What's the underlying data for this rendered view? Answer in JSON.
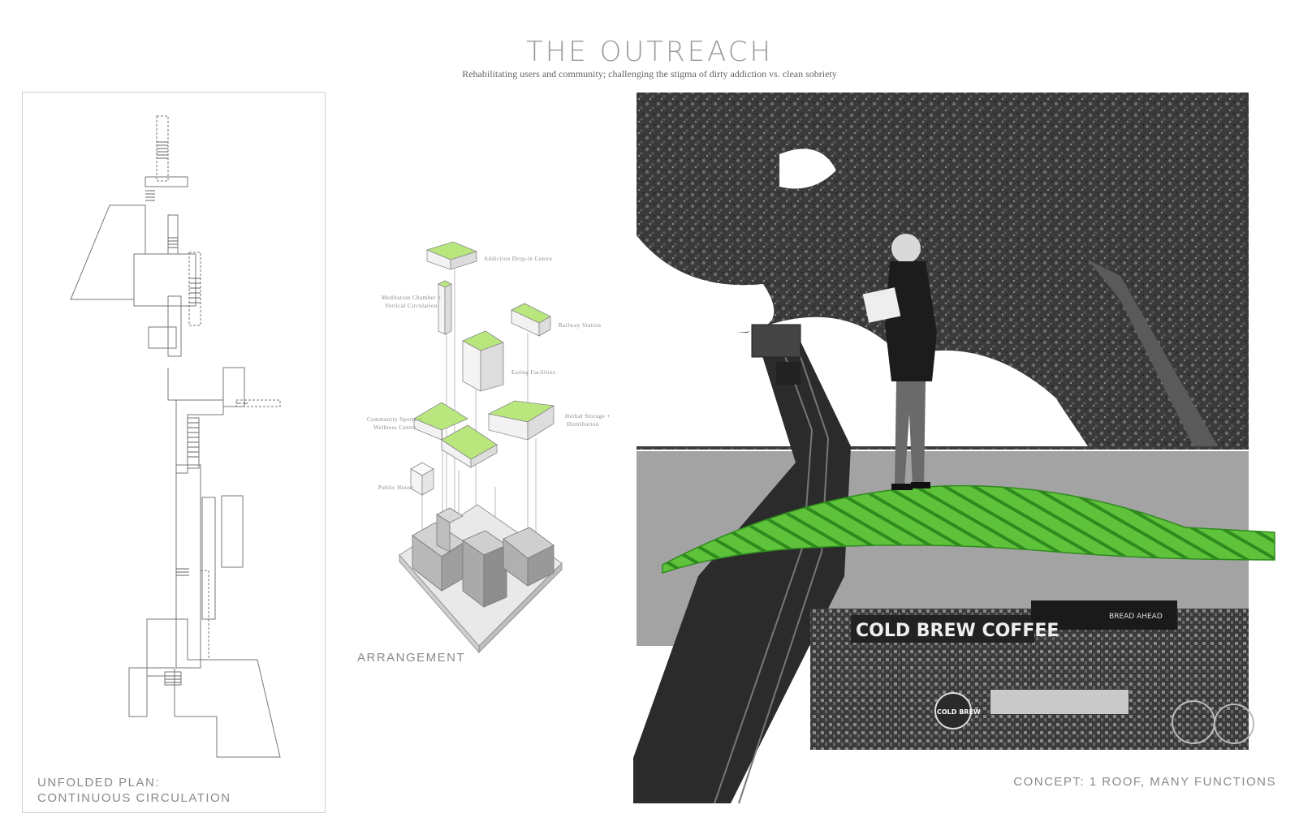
{
  "header": {
    "title": "THE OUTREACH",
    "subtitle": "Rehabilitating users and community; challenging the stigma of dirty addiction vs. clean sobriety"
  },
  "plan": {
    "label_line1": "UNFOLDED PLAN:",
    "label_line2": "CONTINUOUS CIRCULATION"
  },
  "arrangement": {
    "label": "ARRANGEMENT",
    "programs": [
      "Addiction Drop-in Centre",
      "Meditation Chamber +",
      "Vertical Circulation",
      "Railway Station",
      "Eating Facilities",
      "Community Sports +",
      "Wellness Centre",
      "Herbal Storage +",
      "Distribution",
      "Public House"
    ]
  },
  "concept": {
    "label": "CONCEPT: 1 ROOF, MANY FUNCTIONS",
    "sign_main": "COLD BREW COFFEE",
    "sign_stall": "BREAD AHEAD",
    "sign_badge": "COLD BREW"
  },
  "colors": {
    "accent_green": "#7fd43a",
    "roof_green": "#4cb830",
    "line_gray": "#8a8a8a",
    "tree_dark": "#2c2c2c"
  }
}
